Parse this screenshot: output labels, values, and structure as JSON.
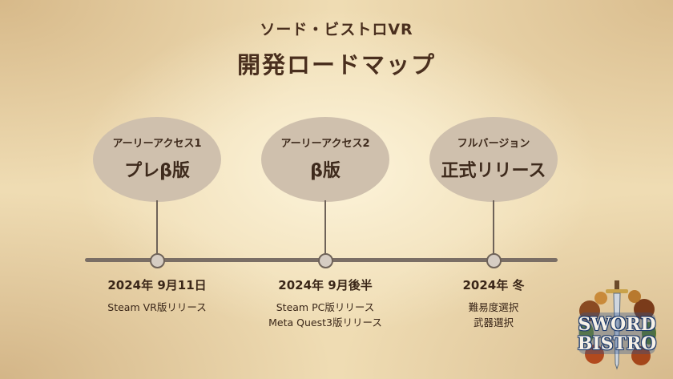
{
  "header": {
    "subtitle": "ソード・ビストロVR",
    "title": "開発ロードマップ"
  },
  "milestones": [
    {
      "phase": "アーリーアクセス1",
      "name": "プレβ版",
      "date": "2024年 9月11日",
      "details": [
        "Steam VR版リリース"
      ]
    },
    {
      "phase": "アーリーアクセス2",
      "name": "β版",
      "date": "2024年 9月後半",
      "details": [
        "Steam PC版リリース",
        "Meta Quest3版リリース"
      ]
    },
    {
      "phase": "フルバージョン",
      "name": "正式リリース",
      "date": "2024年 冬",
      "details": [
        "難易度選択",
        "武器選択"
      ]
    }
  ],
  "logo": {
    "line1": "SWORD",
    "line2": "BISTRO"
  },
  "colors": {
    "text": "#4a2f1e",
    "bubble": "#cfc0ad",
    "timeline": "#7a6e65",
    "parchment": "#efdcb3"
  }
}
